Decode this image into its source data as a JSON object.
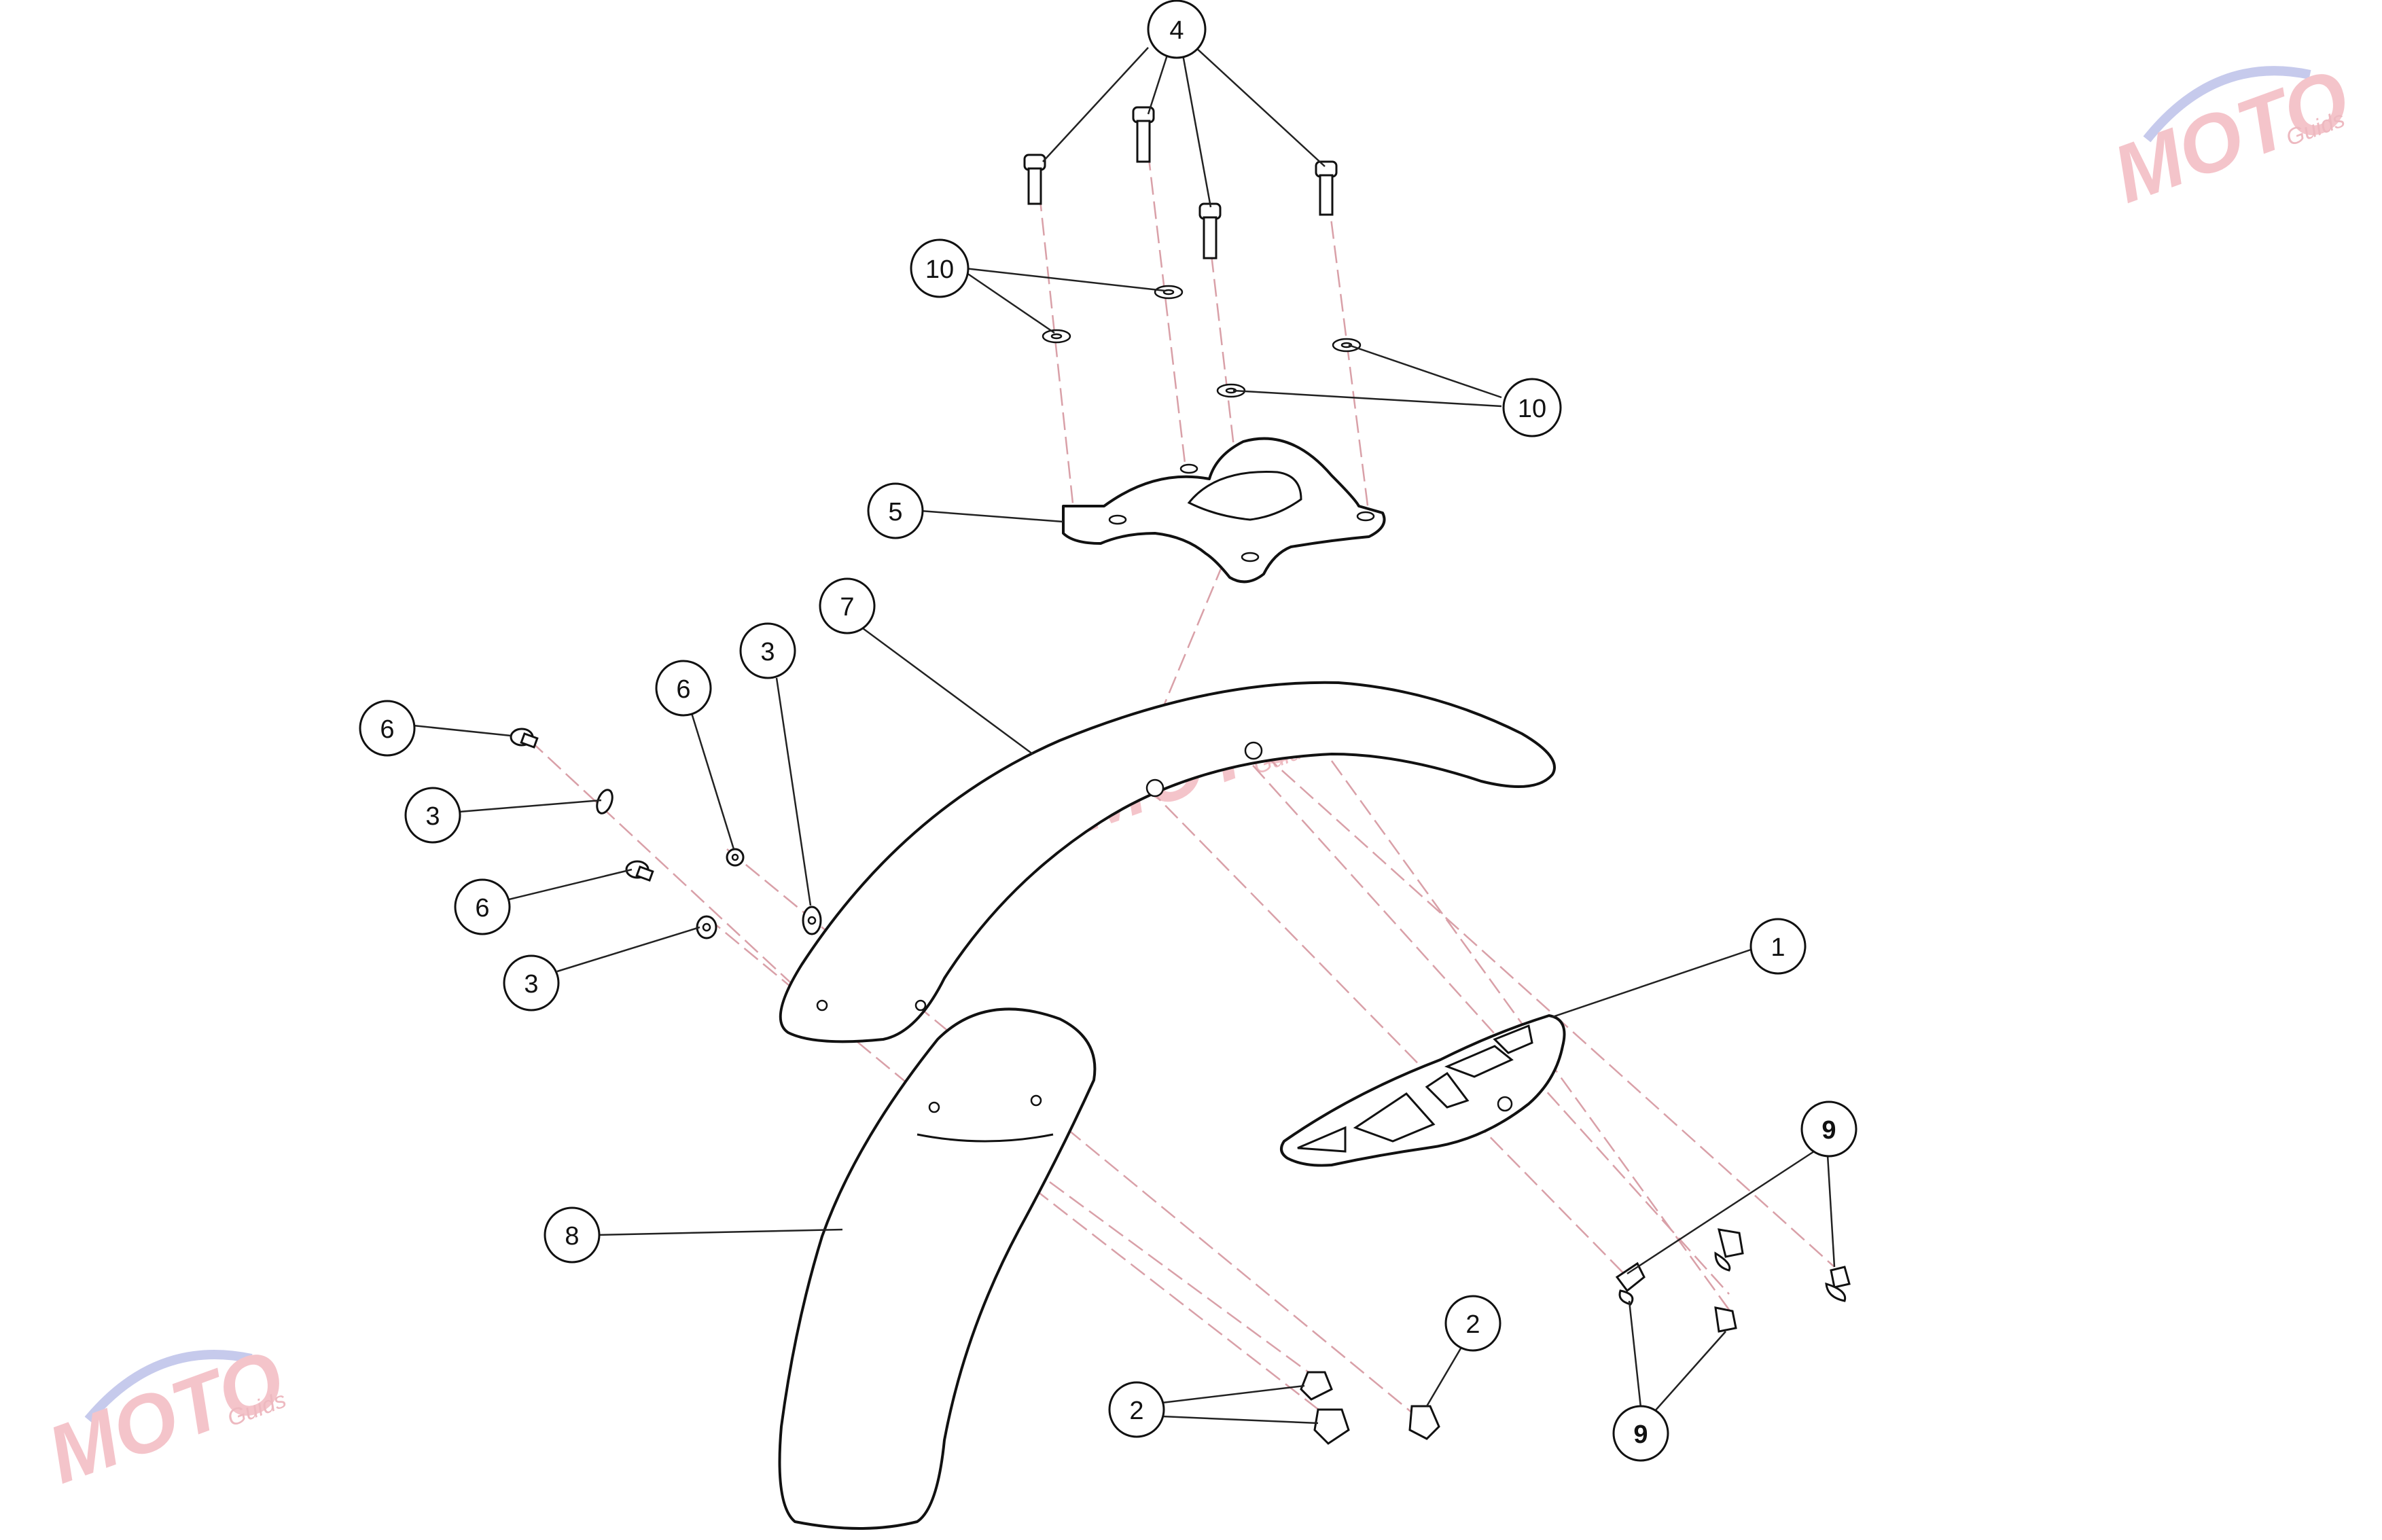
{
  "callouts": [
    {
      "id": "c-4",
      "label": "4"
    },
    {
      "id": "c-10-left",
      "label": "10"
    },
    {
      "id": "c-10-right",
      "label": "10"
    },
    {
      "id": "c-5",
      "label": "5"
    },
    {
      "id": "c-7",
      "label": "7"
    },
    {
      "id": "c-3-top",
      "label": "3"
    },
    {
      "id": "c-6-mid",
      "label": "6"
    },
    {
      "id": "c-6-top",
      "label": "6"
    },
    {
      "id": "c-3-a",
      "label": "3"
    },
    {
      "id": "c-6-b",
      "label": "6"
    },
    {
      "id": "c-3-b",
      "label": "3"
    },
    {
      "id": "c-1",
      "label": "1"
    },
    {
      "id": "c-9-top",
      "label": "9"
    },
    {
      "id": "c-8",
      "label": "8"
    },
    {
      "id": "c-2-right",
      "label": "2"
    },
    {
      "id": "c-2-left",
      "label": "2"
    },
    {
      "id": "c-9-bottom",
      "label": "9"
    }
  ],
  "watermark": {
    "brand": "MOTO",
    "sub": "Guids"
  },
  "colors": {
    "line": "#111111",
    "dash": "#d9a0a8",
    "watermark_pink": "#f2b6be",
    "watermark_blue": "#b9bde8"
  }
}
